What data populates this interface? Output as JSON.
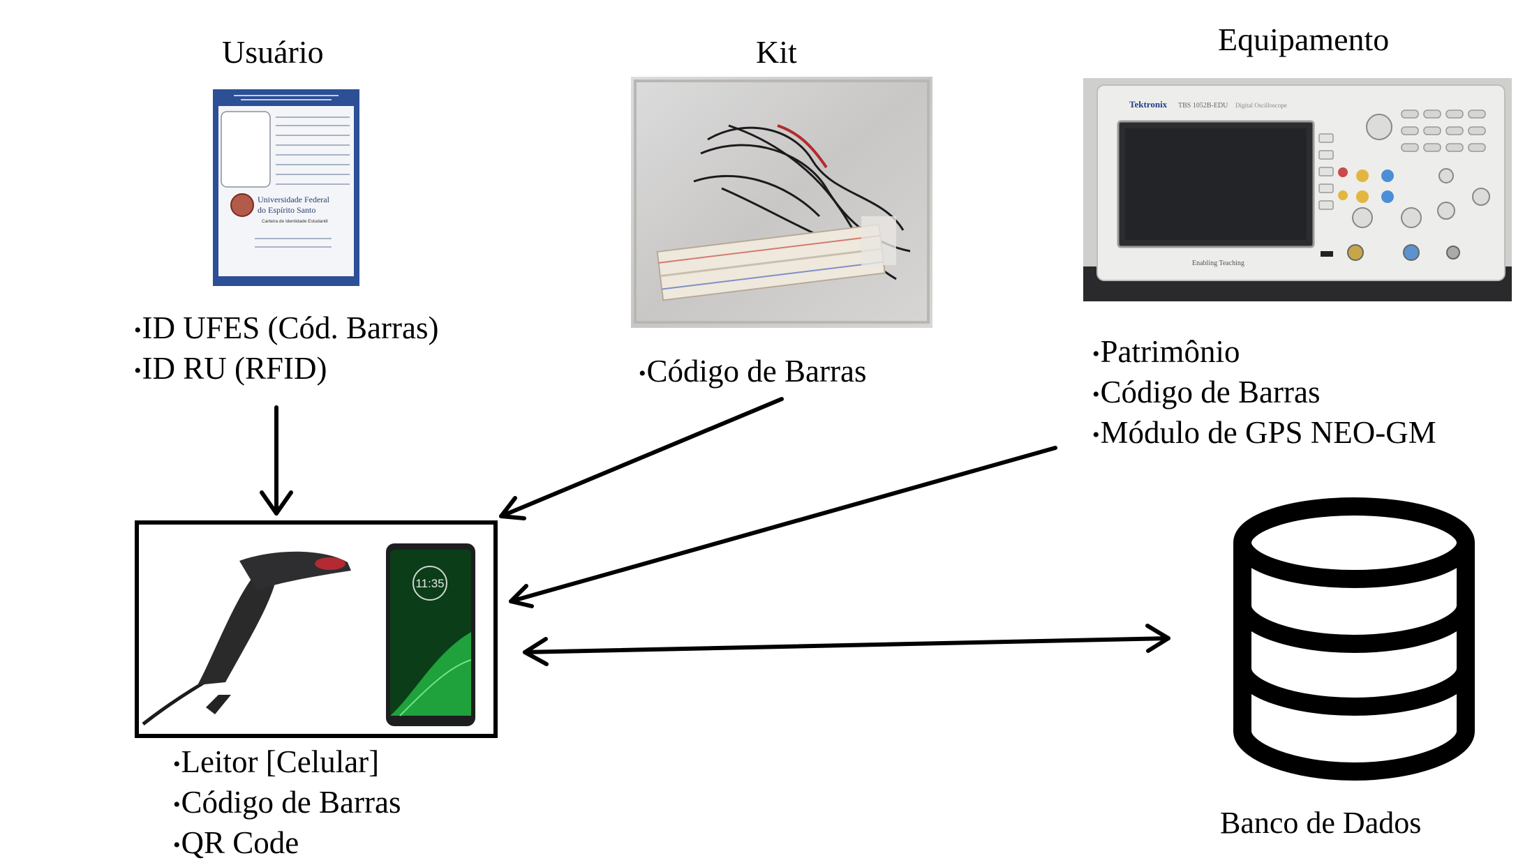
{
  "usuario": {
    "title": "Usuário",
    "items": [
      "ID UFES (Cód. Barras)",
      "ID RU (RFID)"
    ],
    "card": {
      "name_line1": "Universidade Federal",
      "name_line2": "do Espírito Santo",
      "subtitle": "Carteira de Identidade Estudantil"
    }
  },
  "kit": {
    "title": "Kit",
    "items": [
      "Código de Barras"
    ]
  },
  "equipamento": {
    "title": "Equipamento",
    "items": [
      "Patrimônio",
      "Código de Barras",
      "Módulo de GPS NEO-GM"
    ],
    "scope": {
      "brand": "Tektronix",
      "model": "TBS 1052B-EDU",
      "type": "Digital Oscilloscope",
      "slogan": "Enabling Teaching"
    }
  },
  "leitor": {
    "items": [
      "Leitor [Celular]",
      "Código de Barras",
      "QR Code"
    ],
    "phone_clock": "11:35"
  },
  "banco": {
    "label": "Banco de Dados"
  },
  "bullet": "•"
}
